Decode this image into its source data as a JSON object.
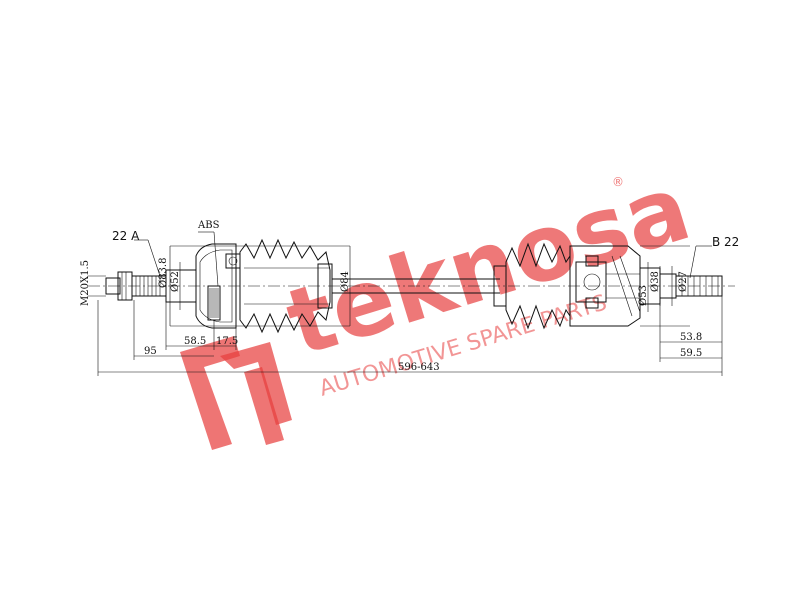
{
  "labels": {
    "spline_a": "22 A",
    "spline_b": "B 22",
    "abs": "ABS",
    "thread": "M20X1.5",
    "d_outer_cv": "Ø83.8",
    "d_outer_seat": "Ø52",
    "d_boot": "Ø84",
    "d_inner_cv": "Ø53",
    "d_inner_shaft1": "Ø38",
    "d_inner_shaft2": "Ø27",
    "len_58_5": "58.5",
    "len_17_5": "17.5",
    "len_95": "95",
    "len_total": "596-643",
    "len_53_8": "53.8",
    "len_59_5": "59.5"
  },
  "watermark": {
    "brand": "teknosa",
    "tagline": "AUTOMOTIVE SPARE PARTS",
    "registered": "®",
    "color": "#e8403f"
  }
}
